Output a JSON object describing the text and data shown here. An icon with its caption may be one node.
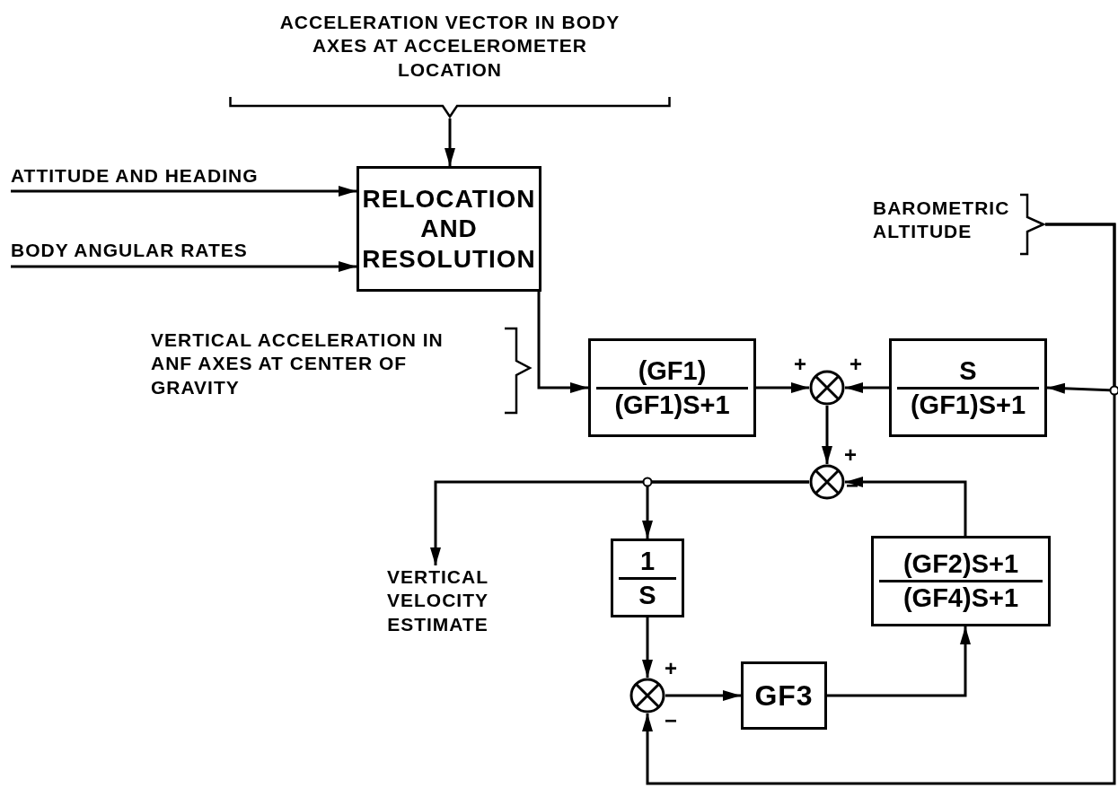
{
  "diagram": {
    "nodes": [
      {
        "text": [
          "ACCELERATION VECTOR IN BODY AXES AT ACCELEROMETER LOCATION"
        ]
      },
      {
        "text": [
          "ATTITUDE AND HEADING"
        ]
      },
      {
        "text": [
          "BODY ANGULAR RATES"
        ]
      },
      {
        "text": [
          "RELOCATION AND RESOLUTION"
        ]
      },
      {
        "text": [
          "BAROMETRIC ALTITUDE"
        ]
      },
      {
        "text": [
          "(GF1)",
          "(GF1)S+1"
        ]
      },
      {
        "text": [],
        "shape": "circle",
        "beside": [
          "+",
          "+"
        ]
      },
      {
        "text": [
          "S",
          "(GF1)S+1"
        ]
      },
      {
        "text": [],
        "shape": "circle",
        "beside": [
          "+",
          "−"
        ]
      },
      {
        "text": [
          "VERTICAL VELOCITY ESTIMATE"
        ]
      },
      {
        "text": [
          "1",
          "S"
        ]
      },
      {
        "text": [
          "(GF2)S+1",
          "(GF4)S+1"
        ]
      },
      {
        "text": [],
        "shape": "circle",
        "beside": [
          "+",
          "−"
        ]
      },
      {
        "text": [
          "GF3"
        ]
      }
    ],
    "edges": [
      {
        "from": 0,
        "to": 3,
        "arrow": "to"
      },
      {
        "from": 1,
        "to": 3,
        "arrow": "to"
      },
      {
        "from": 2,
        "to": 3,
        "arrow": "to"
      },
      {
        "from": 3,
        "to": 5,
        "arrow": "to"
      },
      {
        "from": 5,
        "to": 6,
        "arrow": "to"
      },
      {
        "from": 7,
        "to": 6,
        "arrow": "to"
      },
      {
        "from": 4,
        "to": 7,
        "arrow": "to"
      },
      {
        "from": 6,
        "to": 8,
        "arrow": "to"
      },
      {
        "from": 11,
        "to": 8,
        "arrow": "to"
      },
      {
        "from": 8,
        "to": 9,
        "arrow": "to"
      },
      {
        "from": 8,
        "to": 10,
        "arrow": "to"
      },
      {
        "from": 10,
        "to": 12,
        "arrow": "to"
      },
      {
        "from": 12,
        "to": 13,
        "arrow": "to"
      },
      {
        "from": 13,
        "to": 11,
        "arrow": "to"
      },
      {
        "from": 4,
        "to": 12,
        "arrow": "to"
      }
    ],
    "labels": [
      "VERTICAL ACCELERATION IN ANF AXES AT CENTER OF GRAVITY"
    ]
  }
}
